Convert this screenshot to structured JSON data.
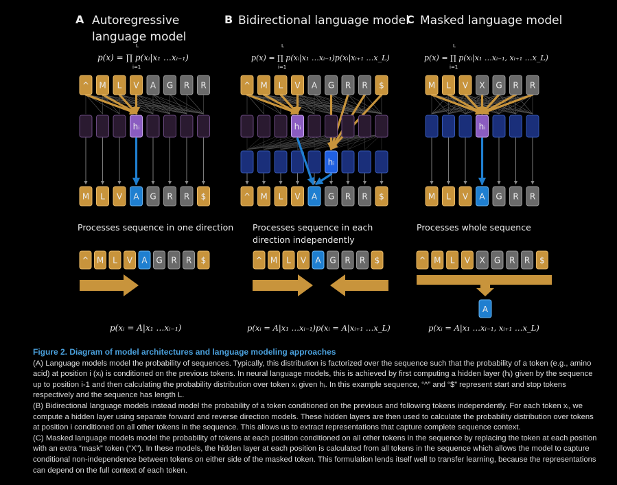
{
  "panels": [
    {
      "id": "A",
      "title_line1": "Autoregressive",
      "title_line2": "language model",
      "formula": "p(x) = ∏ p(xᵢ|x₁ …xᵢ₋₁)",
      "prod_top": "L",
      "prod_bottom": "i=1",
      "top_tokens": [
        "^",
        "M",
        "L",
        "V",
        "A",
        "G",
        "R",
        "R"
      ],
      "bottom_tokens": [
        "M",
        "L",
        "V",
        "A",
        "G",
        "R",
        "R",
        "$"
      ],
      "hidden_label": "hᵢ",
      "description": "Processes sequence in one direction",
      "mini_tokens": [
        "^",
        "M",
        "L",
        "V",
        "A",
        "G",
        "R",
        "R",
        "$"
      ],
      "bottom_formula": "p(xᵢ = A|x₁ …xᵢ₋₁)"
    },
    {
      "id": "B",
      "title_line1": "Bidirectional language model",
      "formula": "p(x) = ∏ p(xᵢ|x₁ …xᵢ₋₁)p(xᵢ|xᵢ₊₁ …x_L)",
      "prod_top": "L",
      "prod_bottom": "i=1",
      "top_tokens": [
        "^",
        "M",
        "L",
        "V",
        "A",
        "G",
        "R",
        "R",
        "$"
      ],
      "bottom_tokens": [
        "^",
        "M",
        "L",
        "V",
        "A",
        "G",
        "R",
        "R",
        "$"
      ],
      "hidden_label": "hᵢ",
      "description_line1": "Processes sequence in each",
      "description_line2": "direction independently",
      "mini_tokens": [
        "^",
        "M",
        "L",
        "V",
        "A",
        "G",
        "R",
        "R",
        "$"
      ],
      "bottom_formula": "p(xᵢ = A|x₁ …xᵢ₋₁)p(xᵢ = A|xᵢ₊₁ …x_L)"
    },
    {
      "id": "C",
      "title_line1": "Masked language model",
      "formula": "p(x) = ∏ p(xᵢ|x₁ …xᵢ₋₁, xᵢ₊₁ …x_L)",
      "prod_top": "L",
      "prod_bottom": "i=1",
      "top_tokens": [
        "M",
        "L",
        "V",
        "X",
        "G",
        "R",
        "R"
      ],
      "bottom_tokens": [
        "M",
        "L",
        "V",
        "A",
        "G",
        "R",
        "R"
      ],
      "hidden_label": "hᵢ",
      "description": "Processes whole sequence",
      "mini_tokens": [
        "^",
        "M",
        "L",
        "V",
        "X",
        "G",
        "R",
        "R",
        "$"
      ],
      "output_token": "A",
      "bottom_formula": "p(xᵢ = A|x₁ …xᵢ₋₁, xᵢ₊₁ …x_L)"
    }
  ],
  "colors": {
    "gold": "#c8943c",
    "gray": "#6a6a6a",
    "blue": "#1f7fd0",
    "purple": "#8a5cc0",
    "dark_hidden": "#2a1a30",
    "navy_hidden": "#1a2f7a",
    "caption_title": "#4aa0dc"
  },
  "caption": {
    "title": "Figure 2. Diagram of model architectures and language modeling approaches",
    "paragraph_a": "(A) Language models model the probability of sequences. Typically, this distribution is factorized over the sequence such that the probability of a token (e.g., amino acid) at position i (xᵢ) is conditioned on the previous tokens. In neural language models, this is achieved by first computing a hidden layer (hᵢ) given by the sequence up to position i-1 and then calculating the probability distribution over token xᵢ given hᵢ. In this example sequence, “^” and “$” represent start and stop tokens respectively and the sequence has length L.",
    "paragraph_b": "(B) Bidirectional language models instead model the probability of a token conditioned on the previous and following tokens independently. For each token xᵢ, we compute a hidden layer using separate forward and reverse direction models. These hidden layers are then used to calculate the probability distribution over tokens at position i conditioned on all other tokens in the sequence. This allows us to extract representations that capture complete sequence context.",
    "paragraph_c": "(C) Masked language models model the probability of tokens at each position conditioned on all other tokens in the sequence by replacing the token at each position with an extra “mask” token (“X”). In these models, the hidden layer at each position is calculated from all tokens in the sequence which allows the model to capture conditional non-independence between tokens on either side of the masked token. This formulation lends itself well to transfer learning, because the representations can depend on the full context of each token."
  }
}
